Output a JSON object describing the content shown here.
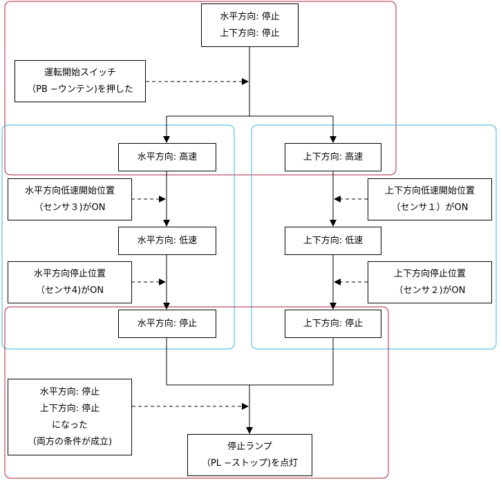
{
  "diagram": {
    "nodes": {
      "start": {
        "lines": [
          "水平方向: 停止",
          "上下方向: 停止"
        ]
      },
      "start_switch": {
        "lines": [
          "運転開始スイッチ",
          "（PB −ウンテン)を押した"
        ]
      },
      "h_high": {
        "lines": [
          "水平方向: 高速"
        ]
      },
      "v_high": {
        "lines": [
          "上下方向: 高速"
        ]
      },
      "h_slow_sensor": {
        "lines": [
          "水平方向低速開始位置",
          "（センサ３)がON"
        ]
      },
      "v_slow_sensor": {
        "lines": [
          "上下方向低速開始位置",
          "（センサ１）がON"
        ]
      },
      "h_low": {
        "lines": [
          "水平方向: 低速"
        ]
      },
      "v_low": {
        "lines": [
          "上下方向: 低速"
        ]
      },
      "h_stop_sensor": {
        "lines": [
          "水平方向停止位置",
          "（センサ4)がON"
        ]
      },
      "v_stop_sensor": {
        "lines": [
          "上下方向停止位置",
          "（センサ２)がON"
        ]
      },
      "h_stop": {
        "lines": [
          "水平方向: 停止"
        ]
      },
      "v_stop": {
        "lines": [
          "上下方向: 停止"
        ]
      },
      "both_stopped": {
        "lines": [
          "水平方向: 停止",
          "上下方向: 停止",
          "になった",
          "（両方の条件が成立)"
        ]
      },
      "lamp": {
        "lines": [
          "停止ランプ",
          "（PL −ストップ)を点灯"
        ]
      }
    },
    "colors": {
      "red_group": "#b22234",
      "cyan_group": "#33b5dd",
      "line": "#000000"
    }
  }
}
